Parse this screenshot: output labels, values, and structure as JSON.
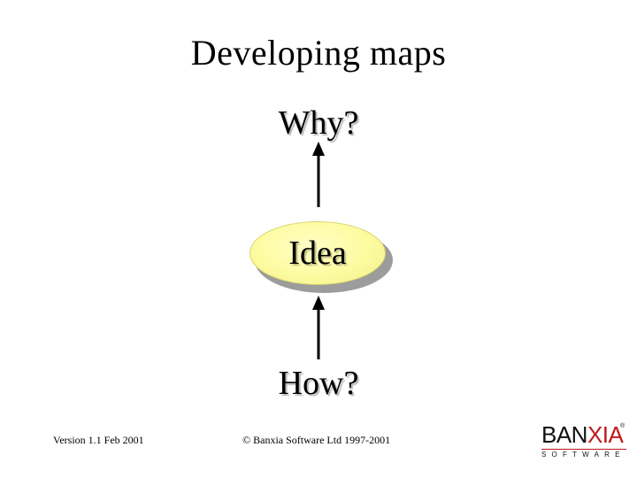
{
  "slide": {
    "title": "Developing maps",
    "top_label": "Why?",
    "center_node": "Idea",
    "bottom_label": "How?"
  },
  "footer": {
    "version": "Version 1.1 Feb 2001",
    "copyright": "© Banxia Software Ltd 1997-2001"
  },
  "logo": {
    "part1": "BAN",
    "part2": "XIA",
    "registered": "®",
    "sub": "SOFTWARE"
  },
  "colors": {
    "node_fill": "#fdfba0",
    "node_shadow": "#9c9c9c",
    "arrow": "#000000",
    "logo_accent": "#c0171c"
  }
}
